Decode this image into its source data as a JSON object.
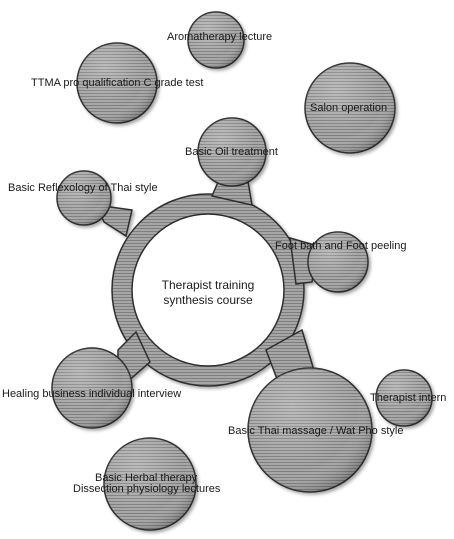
{
  "center": {
    "line1": "Therapist training",
    "line2": "synthesis course"
  },
  "nodes": {
    "aromatherapy": "Aromatherapy lecture",
    "ttma": "TTMA pro qualification C grade test",
    "salon": "Salon operation",
    "basic_oil": "Basic Oil treatment",
    "reflexology": "Basic Reflexology of Thai style",
    "foot_bath": "Foot bath and Foot peeling",
    "healing": "Healing business individual interview",
    "intern": "Therapist intern",
    "thai_massage": "Basic Thai massage / Wat Pho style",
    "herbal_line1": "Basic Herbal therapy",
    "herbal_line2": "Dissection physiology lectures"
  },
  "colors": {
    "fill": "#9a9a9a",
    "stroke": "#2e2e2e",
    "text": "#1a1a1a"
  }
}
